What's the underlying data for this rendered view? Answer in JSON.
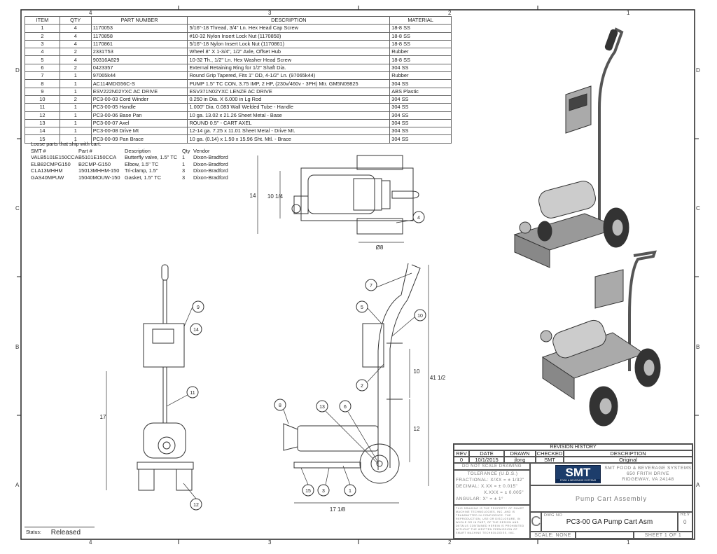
{
  "zones": {
    "top": [
      "4",
      "3",
      "2",
      "1"
    ],
    "side": [
      "D",
      "C",
      "B",
      "A"
    ]
  },
  "bom": {
    "headers": [
      "ITEM",
      "QTY",
      "PART NUMBER",
      "DESCRIPTION",
      "MATERIAL"
    ],
    "rows": [
      [
        "1",
        "4",
        "1170053",
        "5/16\"-18 Thread, 3/4\" Ln. Hex Head Cap Screw",
        "18-8 SS"
      ],
      [
        "2",
        "4",
        "1170858",
        "#10-32 Nylon Insert Lock Nut (1170858)",
        "18-8 SS"
      ],
      [
        "3",
        "4",
        "1170861",
        "5/16\"-18 Nylon Insert Lock Nut (1170861)",
        "18-8 SS"
      ],
      [
        "4",
        "2",
        "2331T53",
        "Wheel 8\" X 1-3/4\", 1/2\" Axle, Offset Hub",
        "Rubber"
      ],
      [
        "5",
        "4",
        "90316A829",
        "10-32 Th., 1/2\" Ln. Hex Washer Head Screw",
        "18-8 SS"
      ],
      [
        "6",
        "2",
        "0423357",
        "External Retaining Ring for 1/2\" Shaft Dia.",
        "304 SS"
      ],
      [
        "7",
        "1",
        "97065k44",
        "Round Grip Tapered, Fits 1\" OD, 4-1/2\" Ln. (97065k44)",
        "Rubber"
      ],
      [
        "8",
        "1",
        "AC114MDG56C-S",
        "PUMP 1.5\"  TC CON, 3.75 IMP, 2 HP, (230v/460v - 3PH) Mtr. GM5N09825",
        "304 SS"
      ],
      [
        "9",
        "1",
        "ESV222N02YXC AC DRIVE",
        "ESV371N02YXC LENZE AC DRIVE",
        "ABS Plastic"
      ],
      [
        "10",
        "2",
        "PC3-00-03 Cord Winder",
        " 0.250 in Dia. X 6.000 in Lg Rod",
        "304 SS"
      ],
      [
        "11",
        "1",
        "PC3-00-05 Handle",
        "1.000\" Dia. 0.083 Wall Welded Tube - Handle",
        "304 SS"
      ],
      [
        "12",
        "1",
        "PC3-00-06 Base Pan",
        "10 ga. 13.02 x 21.26 Sheet Metal - Base",
        "304 SS"
      ],
      [
        "13",
        "1",
        "PC3-00-07 Axel",
        "ROUND 0.5\" - CART AXEL",
        "304 SS"
      ],
      [
        "14",
        "1",
        "PC3-00-08 Drive Mt",
        "12-14 ga. 7.25 x 11.01 Sheet Metal - Drive Mt.",
        "304 SS"
      ],
      [
        "15",
        "1",
        "PC3-00-09 Pan Brace",
        "10 ga. (0.14) x 1.50 x 15.96 Sht. Mtl. - Brace",
        "304 SS"
      ]
    ]
  },
  "loose": {
    "title": "Loose parts that ship with cart:",
    "headers": [
      "SMT #",
      "Part #",
      "Description",
      "Qty",
      "Vendor"
    ],
    "rows": [
      [
        "VALB5101E150CCA",
        "B5101E150CCA",
        "Butterfly valve, 1.5\" TC",
        "1",
        "Dixon-Bradford"
      ],
      [
        "ELB82CMPG150",
        "B2CMP-G150",
        "Elbow, 1.5\" TC",
        "1",
        "Dixon-Bradford"
      ],
      [
        "CLA13MHHM",
        "15013MHHM-150",
        "Tri-clamp, 1.5\"",
        "3",
        "Dixon-Bradford"
      ],
      [
        "GAS40MPUW",
        "15040MOUW-150",
        "Gasket, 1.5\" TC",
        "3",
        "Dixon-Bradford"
      ]
    ]
  },
  "dims": {
    "top_width": "14",
    "top_inner": "10 1/4",
    "wheel_dia": "Ø8",
    "front_height": "17",
    "overall_height": "41 1/2",
    "mid_10": "10",
    "mid_12": "12",
    "length": "17 1/8"
  },
  "balloons": {
    "b4": "4",
    "b9": "9",
    "b14": "14",
    "b11": "11",
    "b12": "12",
    "b7": "7",
    "b5": "5",
    "b10": "10",
    "b2": "2",
    "b8": "8",
    "b13": "13",
    "b6": "6",
    "b15": "15",
    "b3": "3",
    "b1": "1"
  },
  "title_block": {
    "rev_history": "REVISION HISTORY",
    "rev_headers": [
      "REV",
      "DATE",
      "DRAWN",
      "CHECKED",
      "DESCRIPTION"
    ],
    "rev_row": [
      "0",
      "10/1/2015",
      "jlong",
      "SMT",
      "Original"
    ],
    "no_scale": "DO NOT SCALE DRAWING",
    "tolerance": "TOLERANCE (U.D.S.)",
    "fractional": "FRACTIONAL: X/XX = ± 1/32\"",
    "decimal1": "DECIMAL:    X.XX = ± 0.015\"",
    "decimal2": "X.XXX = ± 0.005\"",
    "angular": "ANGULAR:   X° = ± 1°",
    "notice": "THIS DRAWING IS THE PROPERTY OF SMART MACHINE TECHNOLOGIES, INC. AND IS TRANSMITTED IN CONFIDENCE. THE REPRODUCTION, USE OR DISCLOSURE, IN WHOLE OR IN PART, OF THE DESIGN AND DETAILS CONTAINED HEREIN IS PROHIBITED WITHOUT THE WRITTEN PERMISSION OF SMART MACHINE TECHNOLOGIES, INC.",
    "logo": "SMT",
    "logo_sub": "FOOD & BEVERAGE SYSTEMS",
    "company": "SMT FOOD & BEVERAGE SYSTEMS",
    "address1": "650 FRITH DRIVE",
    "address2": "RIDGEWAY, VA 24148",
    "title": "Pump Cart Assembly",
    "size": "C",
    "dwg_no_label": "DWG NO",
    "dwg_no": "PC3-00 GA Pump Cart Asm",
    "rev_label": "REV",
    "rev": "0",
    "scale": "SCALE: NONE",
    "sheet": "SHEET 1 OF 1"
  },
  "status": {
    "label": "Status:",
    "value": "Released"
  }
}
